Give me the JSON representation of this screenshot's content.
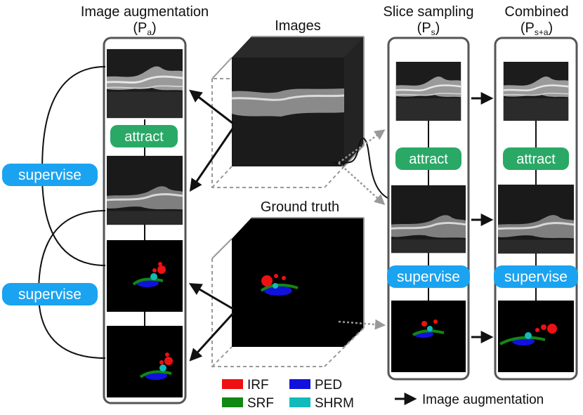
{
  "headers": {
    "image_augmentation": {
      "line1": "Image augmentation",
      "open": "(P",
      "sub": "a",
      "close": ")"
    },
    "images": "Images",
    "slice_sampling": {
      "line1": "Slice sampling",
      "open": "(P",
      "sub": "s",
      "close": ")"
    },
    "combined": {
      "line1": "Combined",
      "open": "(P",
      "sub": "s+a",
      "close": ")"
    },
    "ground_truth": "Ground truth"
  },
  "pills": {
    "attract": "attract",
    "supervise": "supervise"
  },
  "legend": {
    "items": [
      {
        "label": "IRF",
        "color": "#ee1111"
      },
      {
        "label": "PED",
        "color": "#1111dd"
      },
      {
        "label": "SRF",
        "color": "#118811"
      },
      {
        "label": "SHRM",
        "color": "#11bbbb"
      }
    ],
    "arrow_label": "Image augmentation"
  },
  "colors": {
    "attract_pill": "#2aa866",
    "supervise_pill": "#1aa3f0",
    "panel_border": "#555555",
    "irf": "#ee1111",
    "srf": "#118811",
    "ped": "#1111dd",
    "shrm": "#11bbbb"
  }
}
